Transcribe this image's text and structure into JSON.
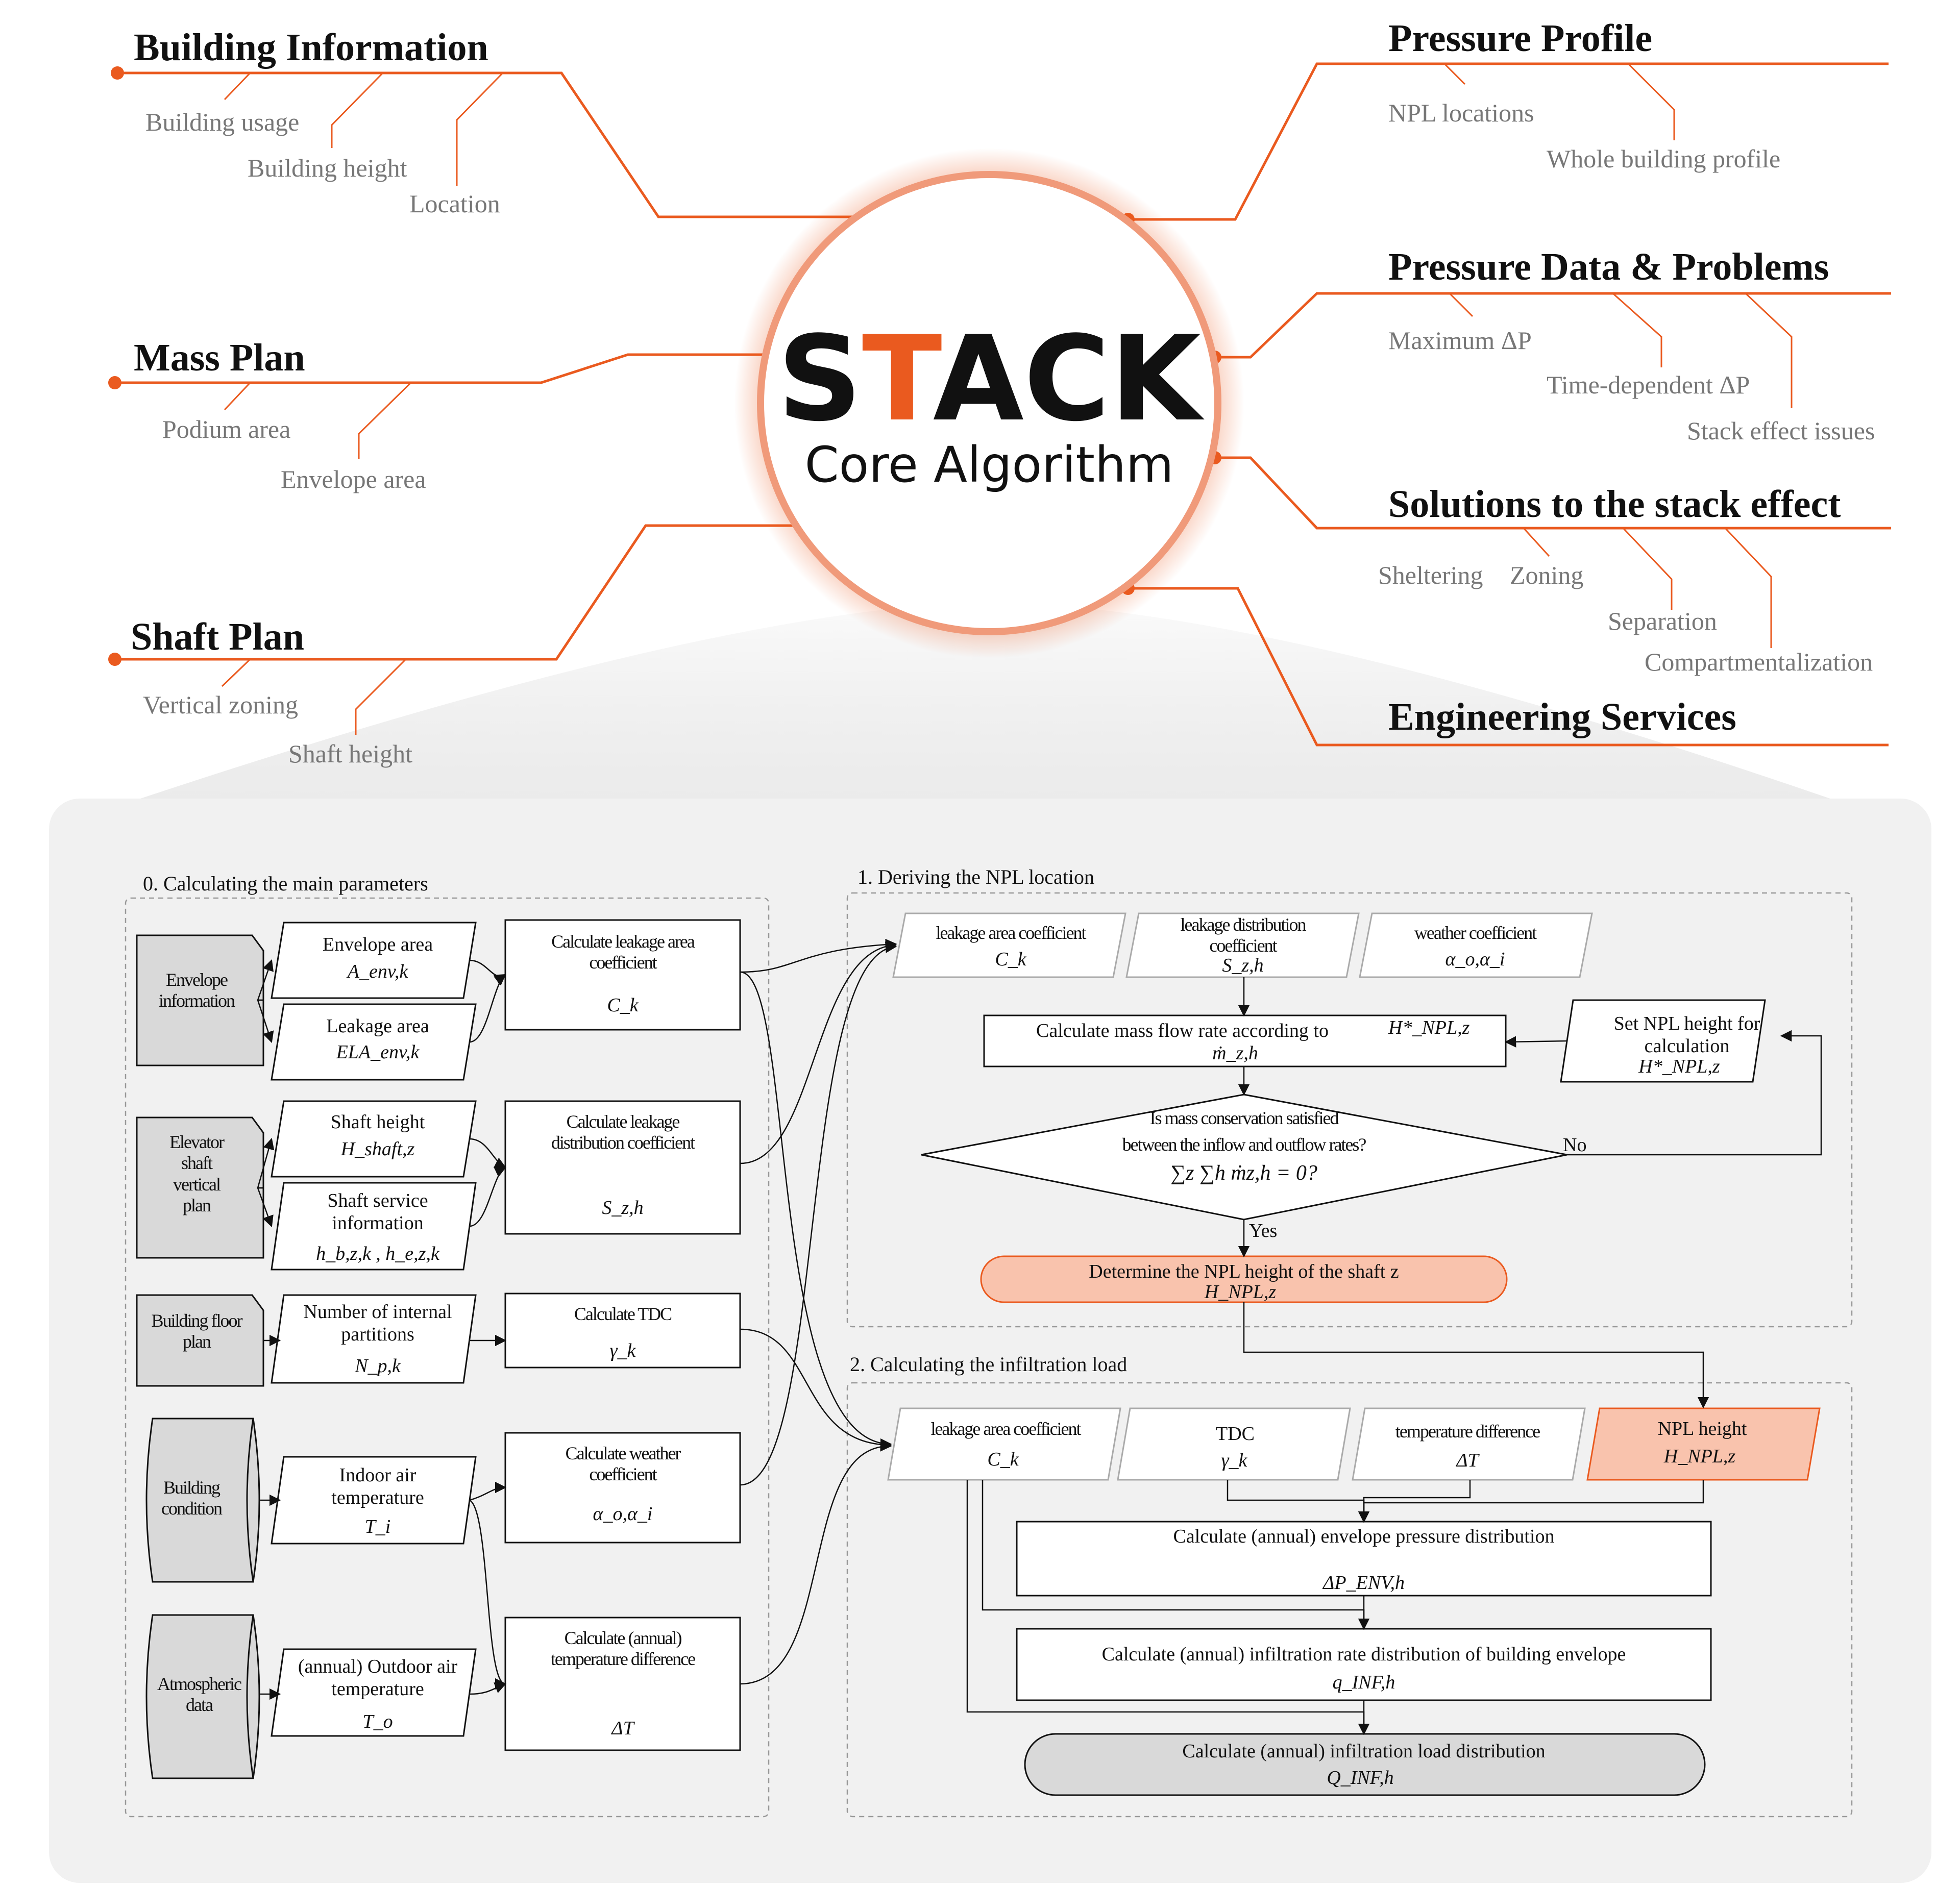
{
  "hub": {
    "brand_prefix": "S",
    "brand_accent": "T",
    "brand_suffix": "ACK",
    "subtitle": "Core Algorithm"
  },
  "left_branches": [
    {
      "title": "Building Information",
      "items": [
        "Building usage",
        "Building height",
        "Location"
      ]
    },
    {
      "title": "Mass Plan",
      "items": [
        "Podium area",
        "Envelope area"
      ]
    },
    {
      "title": "Shaft Plan",
      "items": [
        "Vertical zoning",
        "Shaft height"
      ]
    }
  ],
  "right_branches": [
    {
      "title": "Pressure Profile",
      "items": [
        "NPL locations",
        "Whole building profile"
      ]
    },
    {
      "title": "Pressure Data & Problems",
      "items": [
        "Maximum ΔP",
        "Time-dependent ΔP",
        "Stack effect issues"
      ]
    },
    {
      "title": "Solutions to the stack effect",
      "items": [
        "Sheltering",
        "Zoning",
        "Separation",
        "Compartmentalization"
      ]
    },
    {
      "title": "Engineering Services",
      "items": []
    }
  ],
  "sections": {
    "s0": "0. Calculating the main parameters",
    "s1": "1. Deriving the NPL location",
    "s2": "2. Calculating the infiltration load"
  },
  "sources": {
    "envelope": "Envelope information",
    "elevator": "Elevator shaft vertical plan",
    "floor": "Building floor plan",
    "condition": "Building condition",
    "atmos": "Atmospheric data"
  },
  "inputs": {
    "env_area": {
      "label": "Envelope area",
      "sym": "A_env,k"
    },
    "leak_area": {
      "label": "Leakage area",
      "sym": "ELA_env,k"
    },
    "shaft_h": {
      "label": "Shaft height",
      "sym": "H_shaft,z"
    },
    "shaft_svc": {
      "label": "Shaft service information",
      "sym": "h_b,z,k , h_e,z,k"
    },
    "partitions": {
      "label": "Number of internal partitions",
      "sym": "N_p,k"
    },
    "indoor": {
      "label": "Indoor air temperature",
      "sym": "T_i"
    },
    "outdoor": {
      "label": "(annual) Outdoor air temperature",
      "sym": "T_o"
    }
  },
  "calcs": {
    "c_leak": {
      "label": "Calculate leakage area coefficient",
      "sym": "C_k"
    },
    "c_dist": {
      "label": "Calculate leakage distribution coefficient",
      "sym": "S_z,h"
    },
    "c_tdc": {
      "label": "Calculate TDC",
      "sym": "γ_k"
    },
    "c_weather": {
      "label": "Calculate weather coefficient",
      "sym": "α_o,α_i"
    },
    "c_temp": {
      "label": "Calculate (annual) temperature difference",
      "sym": "ΔT"
    }
  },
  "npl": {
    "leak_coef": {
      "label": "leakage area coefficient",
      "sym": "C_k"
    },
    "dist_coef": {
      "label": "leakage distribution coefficient",
      "sym": "S_z,h"
    },
    "weather_coef": {
      "label": "weather coefficient",
      "sym": "α_o,α_i"
    },
    "mass_flow": {
      "label": "Calculate mass flow rate according to",
      "sym": "H*_NPL,z",
      "sym2": "ṁ_z,h"
    },
    "set_npl": {
      "label": "Set NPL height for calculation",
      "sym": "H*_NPL,z"
    },
    "decision": {
      "line1": "Is mass conservation satisfied",
      "line2": "between the inflow and outflow rates?",
      "formula": "∑z ∑h ṁz,h = 0?"
    },
    "no": "No",
    "yes": "Yes",
    "result": {
      "label": "Determine the NPL height of the shaft z",
      "sym": "H_NPL,z"
    }
  },
  "infil": {
    "leak_coef": {
      "label": "leakage area coefficient",
      "sym": "C_k"
    },
    "tdc": {
      "label": "TDC",
      "sym": "γ_k"
    },
    "temp_diff": {
      "label": "temperature difference",
      "sym": "ΔT"
    },
    "npl_height": {
      "label": "NPL height",
      "sym": "H_NPL,z"
    },
    "envelope_p": {
      "label": "Calculate (annual) envelope pressure distribution",
      "sym": "ΔP_ENV,h"
    },
    "infil_rate": {
      "label": "Calculate (annual) infiltration rate distribution of building envelope",
      "sym": "q_INF,h"
    },
    "infil_load": {
      "label": "Calculate (annual) infiltration load distribution",
      "sym": "Q_INF,h"
    }
  },
  "colors": {
    "accent": "#ea5a1f",
    "accent_light": "#f09a7a",
    "result_fill": "#f9c3ad",
    "source_fill": "#d9d9d9",
    "panel_fill": "#f1f1f1",
    "text_grey": "#777777"
  }
}
